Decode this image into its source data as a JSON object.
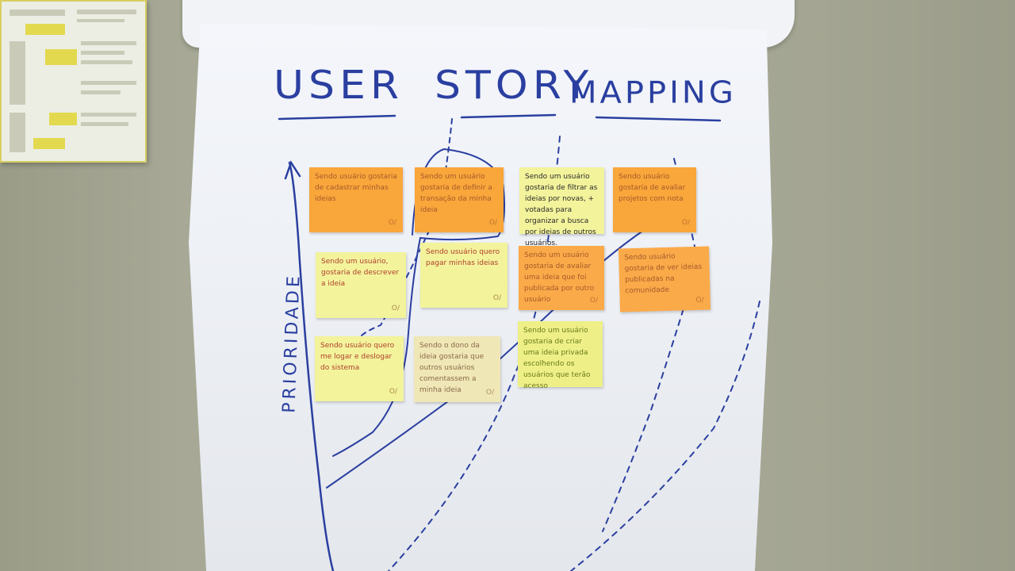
{
  "title": {
    "word1": "USER",
    "word2": "STORY",
    "word3": "MAPPING"
  },
  "axis_label": "PRIORIDADE",
  "notes": [
    {
      "text": "Sendo usuário gostaria de cadastrar minhas ideias",
      "mark": "O/"
    },
    {
      "text": "Sendo um usuário gostaria de definir a transação da minha ideia",
      "mark": "O/"
    },
    {
      "text": "Sendo um usuário gostaria de filtrar as ideias por novas, + votadas para organizar a busca por ideias de outros usuários.",
      "mark": ""
    },
    {
      "text": "Sendo usuário gostaria de avaliar projetos com nota",
      "mark": "O/"
    },
    {
      "text": "Sendo um usuário, gostaria de descrever a ideia",
      "mark": "O/"
    },
    {
      "text": "Sendo usuário quero pagar minhas ideias",
      "mark": "O/"
    },
    {
      "text": "Sendo um usuário gostaria de avaliar uma ideia que foi publicada por outro usuário",
      "mark": "O/"
    },
    {
      "text": "Sendo usuário gostaria de ver ideias publicadas na comunidade",
      "mark": "O/"
    },
    {
      "text": "Sendo usuário quero me logar e deslogar do sistema",
      "mark": "O/"
    },
    {
      "text": "Sendo o dono da ideia gostaria que outros usuários comentassem a minha ideia",
      "mark": "O/"
    },
    {
      "text": "Sendo um usuário gostaria de criar uma ideia privada escolhendo os usuários que terão acesso",
      "mark": ""
    }
  ],
  "colors": {
    "marker_blue": "#2a3fa0",
    "note_orange": "#f9a63b",
    "note_yellow": "#f3f39c",
    "note_lime": "#eef087",
    "wall": "#a9ab98",
    "paper": "#f1f3f7"
  }
}
